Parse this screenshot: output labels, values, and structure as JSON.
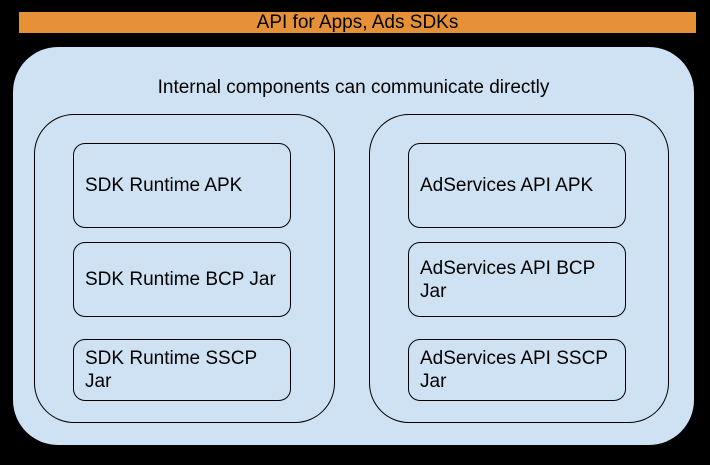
{
  "colors": {
    "background": "#000000",
    "banner_fill": "#E69138",
    "container_fill": "#CFE2F3",
    "border": "#000000",
    "text": "#000000"
  },
  "banner": {
    "label": "API for Apps, Ads SDKs"
  },
  "container": {
    "title": "Internal components can communicate directly",
    "groups": [
      {
        "id": "sdk-runtime",
        "boxes": [
          {
            "label": "SDK Runtime APK"
          },
          {
            "label": "SDK Runtime BCP Jar"
          },
          {
            "label": "SDK Runtime SSCP Jar"
          }
        ]
      },
      {
        "id": "adservices-api",
        "boxes": [
          {
            "label": "AdServices API APK"
          },
          {
            "label": "AdServices API BCP Jar"
          },
          {
            "label": "AdServices API SSCP Jar"
          }
        ]
      }
    ]
  }
}
